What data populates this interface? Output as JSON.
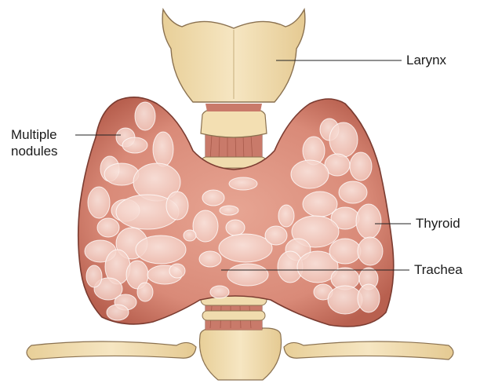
{
  "labels": {
    "larynx": "Larynx",
    "nodules_line1": "Multiple",
    "nodules_line2": "nodules",
    "thyroid": "Thyroid",
    "trachea": "Trachea"
  },
  "colors": {
    "cartilage_fill": "#f3dfb2",
    "cartilage_stroke": "#8a7150",
    "thyroid_fill": "#d98a78",
    "thyroid_stroke": "#7a3b30",
    "nodule_fill": "#f6d9d0",
    "nodule_stroke": "#ffffff",
    "trachea_ring": "#c9b48a",
    "muscle": "#c97a6a",
    "leader_line": "#222222"
  }
}
